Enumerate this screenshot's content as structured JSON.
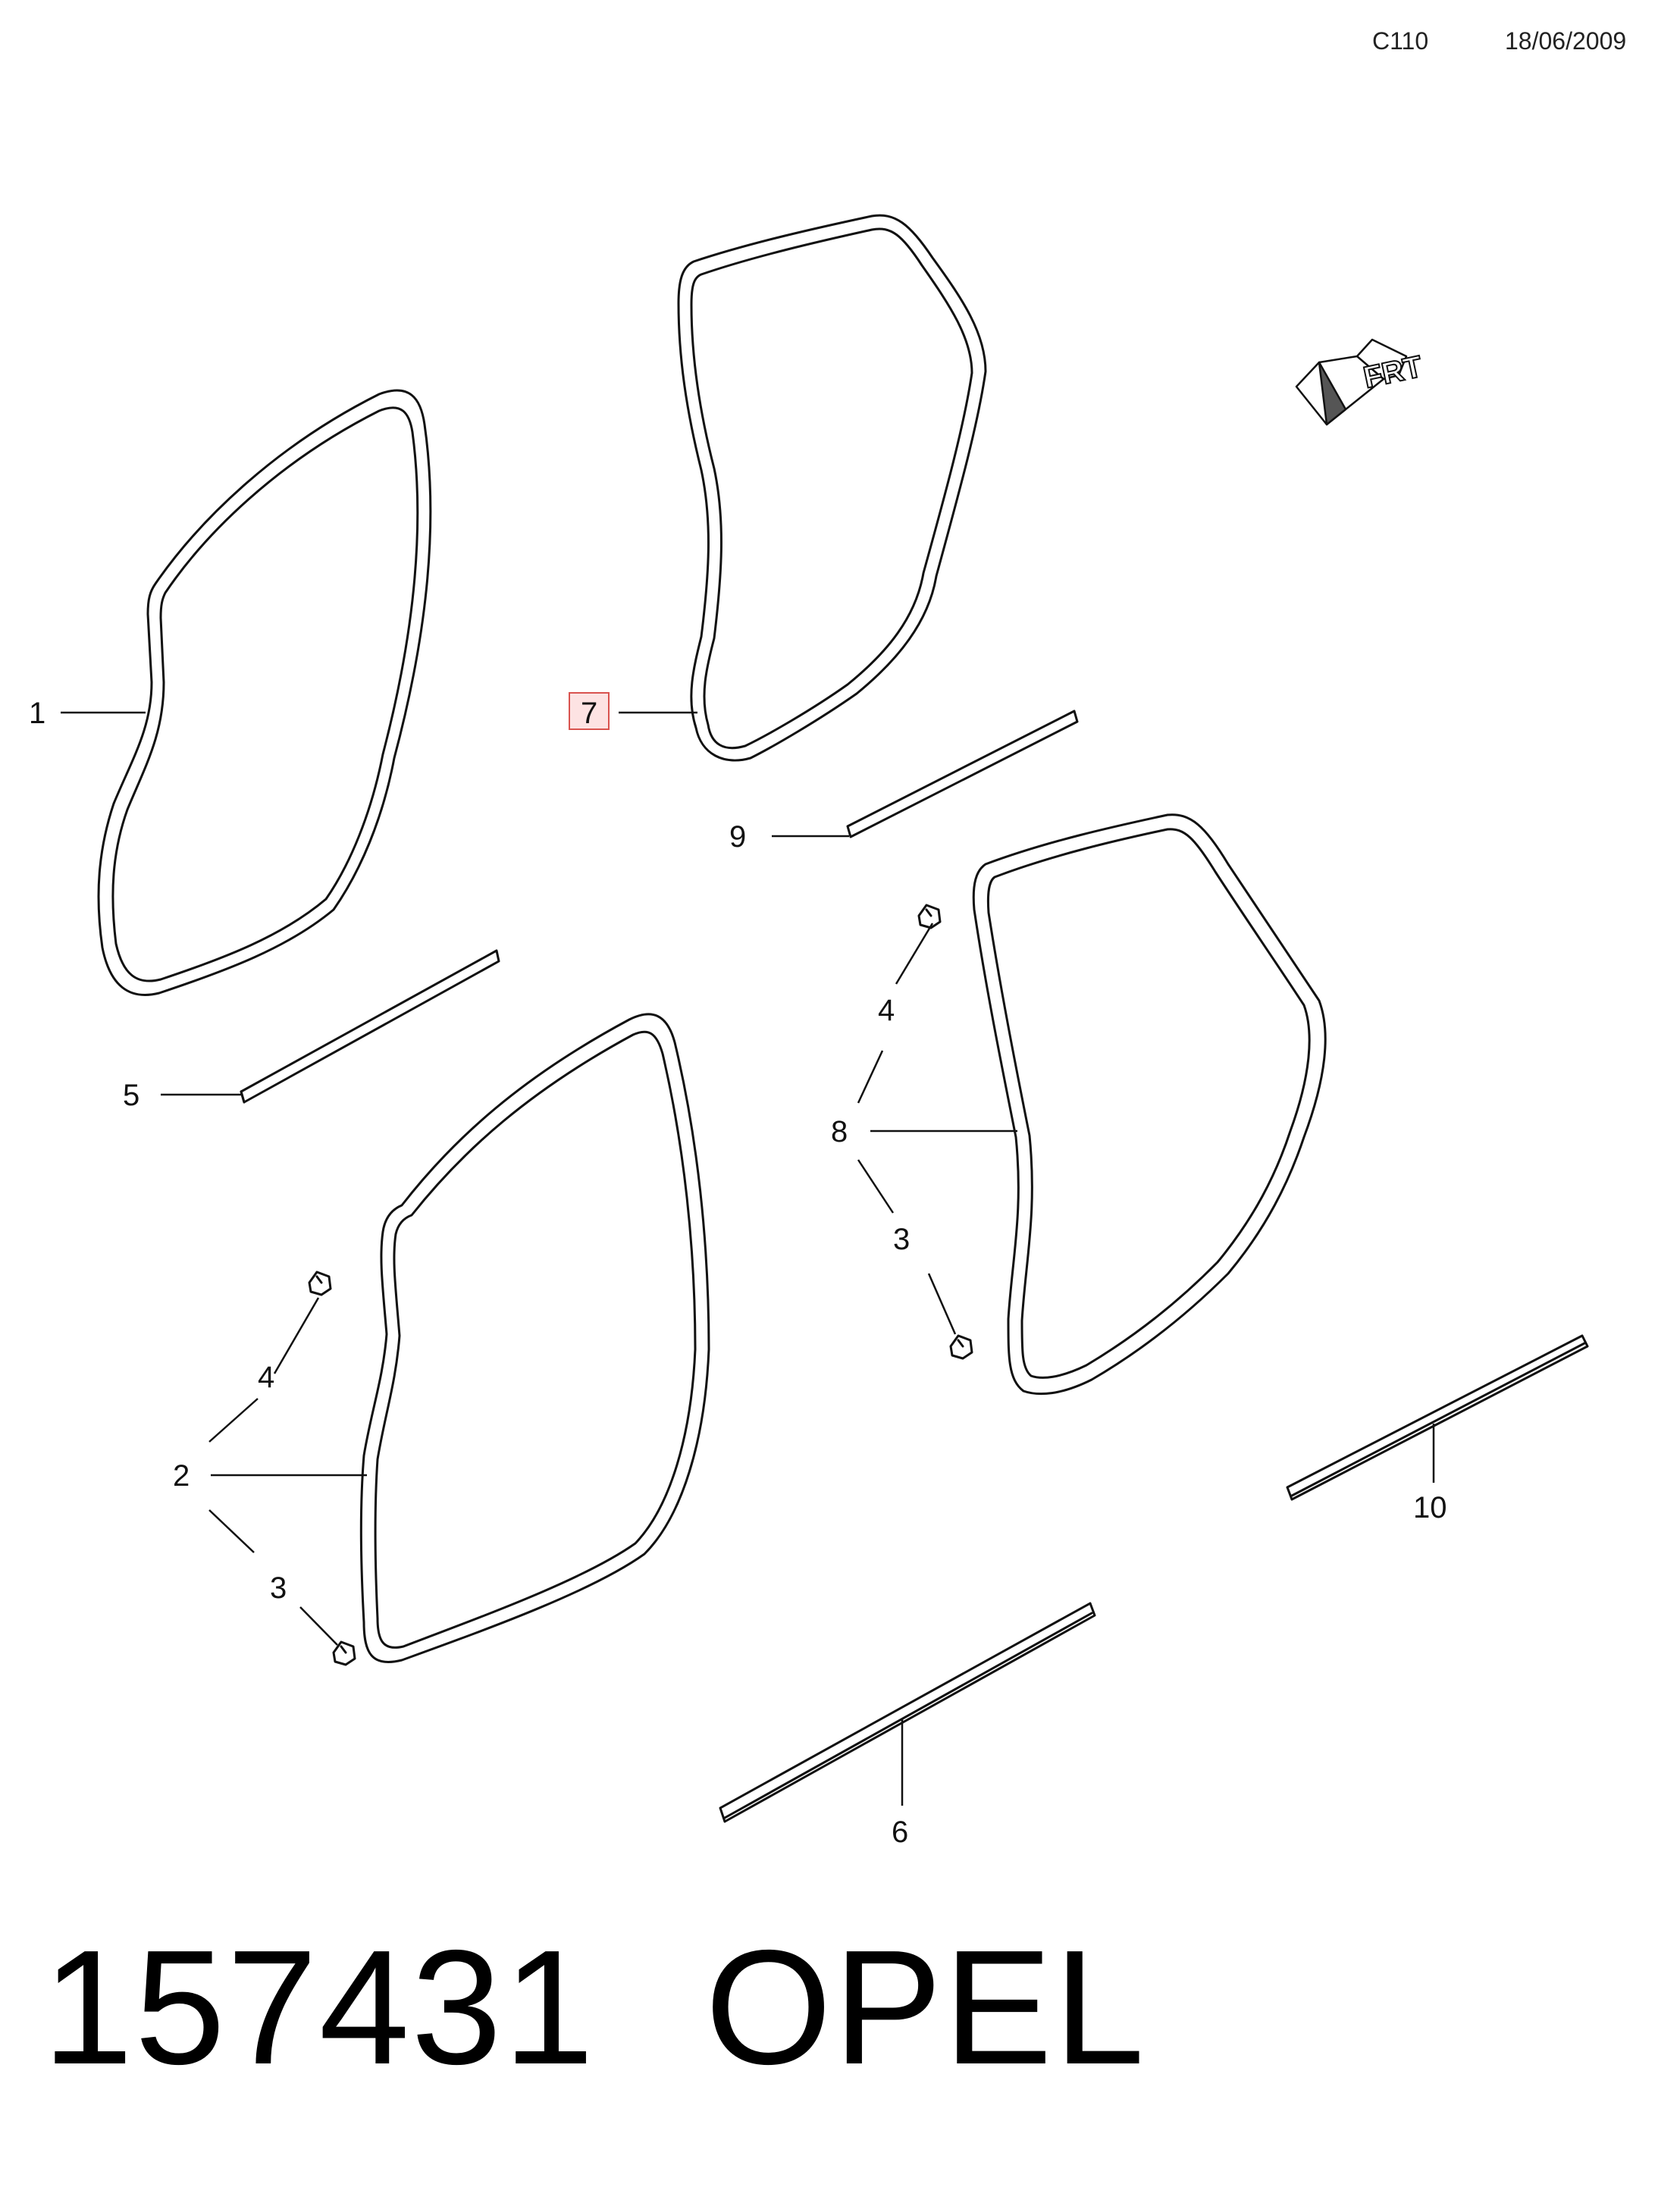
{
  "header": {
    "code": "C110",
    "date": "18/06/2009"
  },
  "callouts": {
    "c1": "1",
    "c2": "2",
    "c3a": "3",
    "c3b": "3",
    "c4a": "4",
    "c4b": "4",
    "c5": "5",
    "c6": "6",
    "c7": "7",
    "c8": "8",
    "c9": "9",
    "c10": "10"
  },
  "frt_label": "FRT",
  "footer": {
    "part_number": "157431",
    "brand": "OPEL"
  },
  "colors": {
    "line": "#111111",
    "highlight_border": "#d9534f",
    "highlight_fill": "#fde3e3"
  }
}
